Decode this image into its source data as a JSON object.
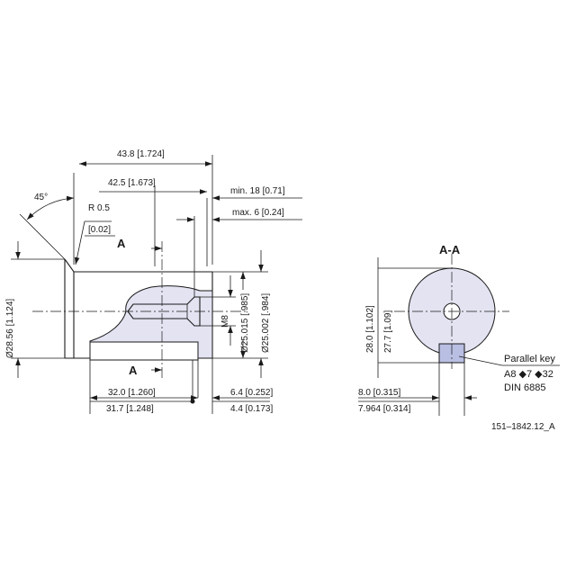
{
  "drawing": {
    "angle": "45°",
    "radius": "R 0.5",
    "radius_alt": "[0.02]",
    "dim_overall": "43.8 [1.724]",
    "dim_shaft": "42.5 [1.673]",
    "dim_min": "min. 18 [0.71]",
    "dim_max": "max. 6 [0.24]",
    "dia_shoulder": "Ø28.56 [1.124]",
    "dia_shaft_a": "Ø25.015 [.985]",
    "dia_shaft_b": "Ø25.002 [.984]",
    "thread": "M8",
    "dim_key_a": "32.0 [1.260]",
    "dim_key_b": "31.7 [1.248]",
    "dim_end_a": "6.4 [0.252]",
    "dim_end_b": "4.4 [0.173]",
    "section_mark_top": "A",
    "section_mark_bottom": "A",
    "section_title": "A-A",
    "height_a": "28.0 [1.102]",
    "height_b": "27.7 [1.09]",
    "key_width_a": "8.0 [0.315]",
    "key_width_b": "7.964 [0.314]",
    "key_label_1": "Parallel key",
    "key_label_2": "A8 ◆7 ◆32",
    "key_label_3": "DIN 6885",
    "drawing_number": "151–1842.12_A"
  },
  "colors": {
    "fill": "#e3e3f2",
    "line": "#1a1a1a"
  }
}
